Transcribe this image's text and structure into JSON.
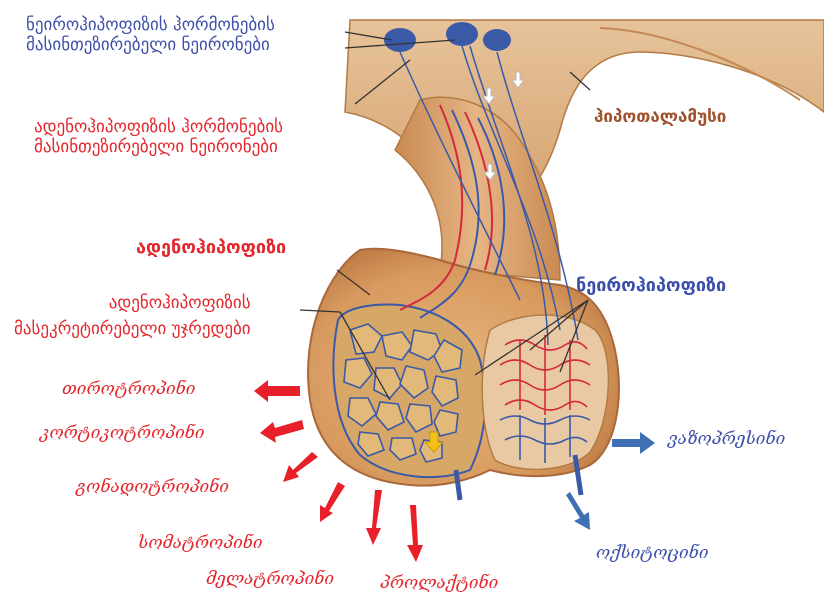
{
  "labels": {
    "neuro_hormone_neurons": [
      "ნეიროჰიპოფიზის ჰორმონების",
      "მასინთეზირებელი ნეირონები"
    ],
    "adeno_hormone_neurons": [
      "ადენოჰიპოფიზის ჰორმონების",
      "მასინთეზირებელი ნეირონები"
    ],
    "hypothalamus": "ჰიპოთალამუსი",
    "adenohypophysis": "ადენოჰიპოფიზი",
    "neurohypophysis": "ნეიროჰიპოფიზი",
    "secretory_cells": [
      "ადენოჰიპოფიზის",
      "მასეკრეტირებელი უჯრედები"
    ]
  },
  "adeno_hormones": [
    "თიროტროპინი",
    "კორტიკოტროპინი",
    "გონადოტროპინი",
    "სომატროპინი",
    "მელატროპინი",
    "პროლაქტინი"
  ],
  "neuro_hormones": [
    "ვაზოპრესინი",
    "ოქსიტოცინი"
  ],
  "colors": {
    "blue_label": "#3d4fa8",
    "red_label": "#e2262c",
    "brown_label": "#a0522d",
    "red_arrow": "#e8202a",
    "blue_arrow": "#3f6fb5",
    "tissue": "#d9a36a",
    "artery": "#d42a3a",
    "vein": "#3a5aa8"
  }
}
